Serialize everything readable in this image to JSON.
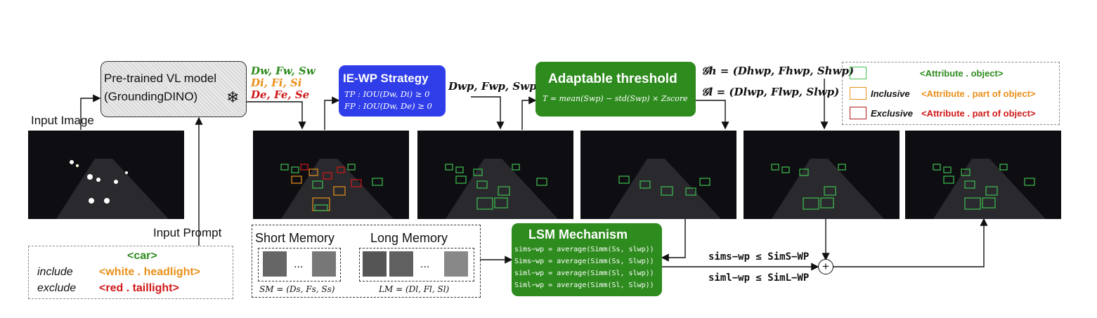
{
  "vl_model": {
    "line1": "Pre-trained VL model",
    "line2": "(GroundingDINO)",
    "icon": "snowflake-icon"
  },
  "vl_outputs": {
    "w": "Dw, Fw, Sw",
    "i": "Di, Fi, Si",
    "e": "De, Fe, Se"
  },
  "input_image_label": "Input Image",
  "input_prompt_label": "Input Prompt",
  "prompt": {
    "object": "<car>",
    "include_key": "include",
    "include_val": "<white . headlight>",
    "exclude_key": "exclude",
    "exclude_val": "<red . taillight>"
  },
  "iewp": {
    "title": "IE-WP Strategy",
    "tp": "TP : IOU(Dw, Di) ≥ 0",
    "fp": "FP : IOU(Dw, De) ≥ 0"
  },
  "wp_output": "Dwp, Fwp, Swp",
  "threshold": {
    "title": "Adaptable threshold",
    "formula": "T = mean(Swp) − std(Swp) × Zscore"
  },
  "g_high": "𝒢h = (Dhwp, Fhwp, Shwp)",
  "g_low": "𝒢l = (Dlwp, Flwp, Slwp)",
  "legend": {
    "row1": "<Attribute . object>",
    "row2_key": "Inclusive",
    "row2_val": "<Attribute . part of object>",
    "row3_key": "Exclusive",
    "row3_val": "<Attribute . part of object>"
  },
  "memory": {
    "short_title": "Short Memory",
    "long_title": "Long Memory",
    "ellipsis": "...",
    "sm_formula": "SM = (Ds, Fs, Ss)",
    "lm_formula": "LM = (Dl, Fl, Sl)"
  },
  "lsm": {
    "title": "LSM Mechanism",
    "l1": "sims−wp = average(Simm(Ss, slwp))",
    "l2": "Sims−wp = average(Simm(Ss, Slwp))",
    "l3": "siml−wp = average(Simm(Sl, slwp))",
    "l4": "Siml−wp = average(Simm(Sl, Slwp))"
  },
  "cond1": "sims−wp ≤ SimS−WP",
  "cond2": "siml−wp ≤ SimL−WP",
  "plus_symbol": "+",
  "colors": {
    "blue": "#2f3ee8",
    "green": "#2e8b1e",
    "orange": "#e8901a",
    "red": "#d01818",
    "legend_green": "#2e8b1e"
  }
}
